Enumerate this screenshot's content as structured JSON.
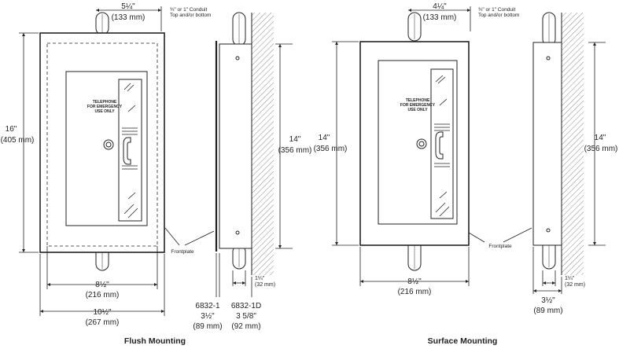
{
  "flush": {
    "title": "Flush Mounting",
    "conduit_note_line1": "¾\" or 1\" Conduit",
    "conduit_note_line2": "Top and/or bottom",
    "conduit_offset": "5¼\"",
    "conduit_offset_mm": "(133 mm)",
    "height": "16\"",
    "height_mm": "(405 mm)",
    "inner_width": "8½\"",
    "inner_width_mm": "(216 mm)",
    "outer_width": "10½\"",
    "outer_width_mm": "(267 mm)",
    "side_height": "14\"",
    "side_height_mm": "(356 mm)",
    "side_conduit": "1¼\"",
    "side_conduit_mm": "(32 mm)",
    "frontplate_label": "Frontplate",
    "model_a": "6832-1",
    "model_a_depth": "3½\"",
    "model_a_depth_mm": "(89 mm)",
    "model_b": "6832-1D",
    "model_b_depth": "3 5/8\"",
    "model_b_depth_mm": "(92 mm)",
    "door_text": [
      "TELEPHONE",
      "FOR EMERGENCY",
      "USE ONLY"
    ]
  },
  "surface": {
    "title": "Surface Mounting",
    "conduit_note_line1": "¾\" or 1\" Conduit",
    "conduit_note_line2": "Top and/or bottom",
    "conduit_offset": "4¼\"",
    "conduit_offset_mm": "(133 mm)",
    "height": "14\"",
    "height_mm": "(356 mm)",
    "inner_width": "8½\"",
    "inner_width_mm": "(216 mm)",
    "side_height": "14\"",
    "side_height_mm": "(356 mm)",
    "side_conduit": "1¼\"",
    "side_conduit_mm": "(32 mm)",
    "frontplate_label": "Frontplate",
    "depth": "3½\"",
    "depth_mm": "(89 mm)",
    "door_text": [
      "TELEPHONE",
      "FOR EMERGENCY",
      "USE ONLY"
    ]
  }
}
